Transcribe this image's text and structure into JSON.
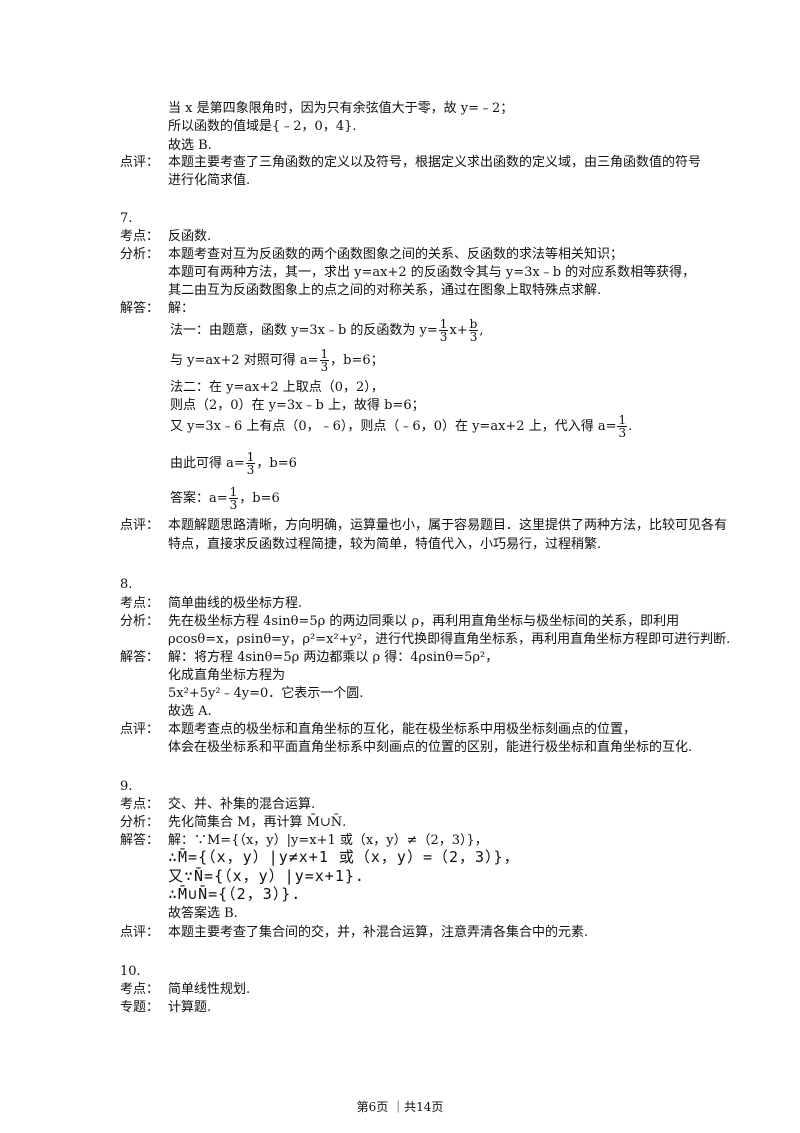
{
  "p6": {
    "l1": "当 x 是第四象限角时，因为只有余弦值大于零，故 y=﹣2；",
    "l2": "所以函数的值域是{﹣2，0，4}.",
    "l3": "故选 B.",
    "review_label": "点评：",
    "review1": "本题主要考查了三角函数的定义以及符号，根据定义求出函数的定义域，由三角函数值的符号",
    "review2": "进行化简求值."
  },
  "p7": {
    "num": "7.",
    "kd_label": "考点：",
    "kd": "反函数.",
    "fx_label": "分析：",
    "fx1": "本题考查对互为反函数的两个函数图象之间的关系、反函数的求法等相关知识；",
    "fx2": "本题可有两种方法，其一，求出 y=ax+2 的反函数令其与 y=3x﹣b 的对应系数相等获得，",
    "fx3": "其二由互为反函数图象上的点之间的对称关系，通过在图象上取特殊点求解.",
    "jd_label": "解答：",
    "jd": "解：",
    "m1a": "法一：由题意，函数 y=3x﹣b 的反函数为 y=",
    "m1b": "x+",
    "m1c": ",",
    "m2a": "与 y=ax+2 对照可得 a=",
    "m2b": "，b=6；",
    "m3": "法二：在 y=ax+2 上取点（0，2），",
    "m4": "则点（2，0）在 y=3x﹣b 上，故得 b=6；",
    "m5a": "又 y=3x﹣6 上有点（0，﹣6），则点（﹣6，0）在 y=ax+2 上，代入得 a=",
    "m5b": ".",
    "m6a": "由此可得 a=",
    "m6b": "，b=6",
    "m7a": "答案：a=",
    "m7b": "，b=6",
    "frac_one": "1",
    "frac_three": "3",
    "frac_b": "b",
    "review_label": "点评：",
    "rv1": "本题解题思路清晰，方向明确，运算量也小，属于容易题目．这里提供了两种方法，比较可见各有",
    "rv2": "特点，直接求反函数过程简捷，较为简单，特值代入，小巧易行，过程稍繁."
  },
  "p8": {
    "num": "8.",
    "kd_label": "考点：",
    "kd": "简单曲线的极坐标方程.",
    "fx_label": "分析：",
    "fx1": "先在极坐标方程 4sinθ=5ρ 的两边同乘以 ρ，再利用直角坐标与极坐标间的关系，即利用",
    "fx2": "ρcosθ=x，ρsinθ=y，ρ²=x²+y²，进行代换即得直角坐标系，再利用直角坐标方程即可进行判断.",
    "jd_label": "解答：",
    "jd1": "解：将方程 4sinθ=5ρ 两边都乘以 ρ 得：4ρsinθ=5ρ²，",
    "jd2": "化成直角坐标方程为",
    "jd3": "5x²+5y²﹣4y=0．它表示一个圆.",
    "jd4": "故选 A.",
    "review_label": "点评：",
    "rv1": "本题考查点的极坐标和直角坐标的互化，能在极坐标系中用极坐标刻画点的位置，",
    "rv2": "体会在极坐标系和平面直角坐标系中刻画点的位置的区别，能进行极坐标和直角坐标的互化."
  },
  "p9": {
    "num": "9.",
    "kd_label": "考点：",
    "kd": "交、并、补集的混合运算.",
    "fx_label": "分析：",
    "fx": "先化简集合 M，再计算 M̄∪N̄.",
    "jd_label": "解答：",
    "jd1": "解：∵M={（x，y）|y=x+1 或（x，y）≠（2，3）}，",
    "jd2": "∴M̄={（x，y）|y≠x+1 或（x，y）=（2，3）}，",
    "jd3": "又∵N̄={（x，y）|y=x+1}.",
    "jd4": "∴M̄∪N̄={（2，3）}.",
    "jd5": "故答案选 B.",
    "review_label": "点评：",
    "rv": "本题主要考查了集合间的交，并，补混合运算，注意弄清各集合中的元素."
  },
  "p10": {
    "num": "10.",
    "kd_label": "考点：",
    "kd": "简单线性规划.",
    "zt_label": "专题：",
    "zt": "计算题."
  },
  "footer": "第6页 ｜共14页"
}
